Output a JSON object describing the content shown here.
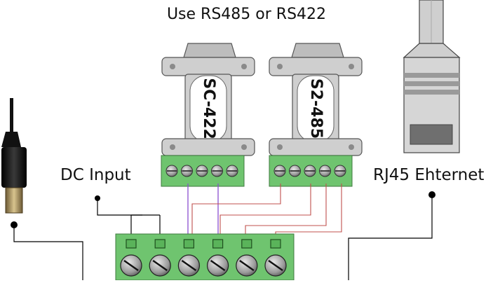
{
  "title": "Use RS485 or RS422",
  "labels": {
    "dc_input": "DC Input",
    "rj45": "RJ45 Ehternet"
  },
  "converters": [
    {
      "label": "SC-422",
      "terminals": 5
    },
    {
      "label": "S2-485",
      "terminals": 5
    }
  ],
  "main_terminal_block": {
    "terminals": 6
  },
  "colors": {
    "terminal_green": "#6fc46f",
    "connector_gray": "#cfcfcf",
    "wire_purple": "#8a4fd0",
    "wire_red": "#c0504d",
    "plug_black": "#1a1a1a"
  },
  "icons": [
    "dc-barrel-plug-icon",
    "rj45-cable-icon",
    "db9-adapter-icon",
    "screw-terminal-icon"
  ]
}
